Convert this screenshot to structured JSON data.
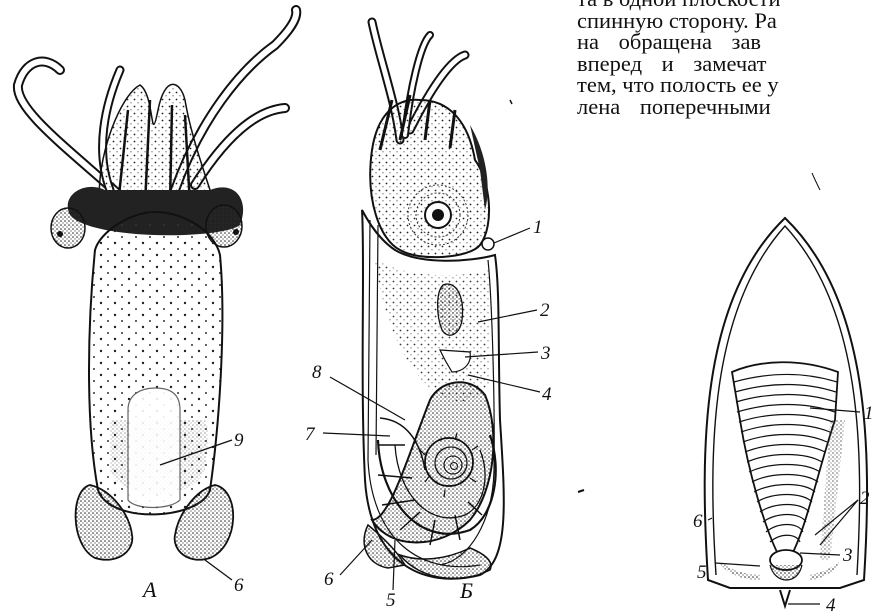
{
  "text_lines": [
    "та в одной плоскости",
    "спинную сторону. Ра",
    "на   обращена  зав",
    "вперед   и   замечат",
    "тем, что полость ее у",
    "лена  поперечными"
  ],
  "figure_a": {
    "caption": "А",
    "labels": [
      "9",
      "6"
    ]
  },
  "figure_b": {
    "caption": "Б",
    "labels": [
      "1",
      "2",
      "3",
      "4",
      "8",
      "7",
      "6",
      "5"
    ]
  },
  "figure_c": {
    "labels": [
      "1",
      "2",
      "3",
      "6",
      "5",
      "4"
    ]
  }
}
